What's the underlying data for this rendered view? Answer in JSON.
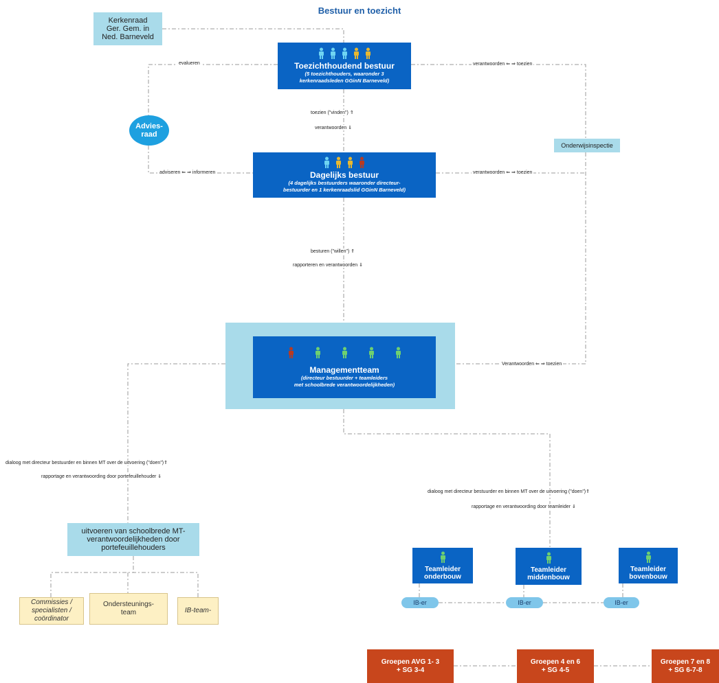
{
  "title": "Bestuur en toezicht",
  "kerkenraad": [
    "Kerkenraad",
    "Ger. Gem. in",
    "Ned. Barneveld"
  ],
  "toezicht": {
    "title": "Toezichthoudend bestuur",
    "subtitle": [
      "(5 toezichthouders, waaronder 3",
      "kerkenraadsleden GGinN Barneveld)"
    ],
    "people": [
      "light",
      "light",
      "light",
      "yellow",
      "yellow"
    ]
  },
  "adviesraad": [
    "Advies-",
    "raad"
  ],
  "dagelijks": {
    "title": "Dagelijks bestuur",
    "subtitle": [
      "(4 dagelijks bestuurders waaronder directeur-",
      "bestuurder en 1 kerkenraadslid GGinN Barneveld)"
    ],
    "people": [
      "light",
      "yellow",
      "yellow",
      "red"
    ]
  },
  "onderwijsinspectie": "Onderwijsinspectie",
  "mt": {
    "title": "Managementteam",
    "subtitle": [
      "(directeur bestuurder + teamleiders",
      "met schoolbrede verantwoordelijkheden)"
    ],
    "people": [
      "red",
      "green",
      "green",
      "green",
      "green"
    ]
  },
  "labels": {
    "evalueren": "evalueren",
    "verantwoorden_toezien_1": "verantwoorden ⇐   ⇒ toezien",
    "toezien_vinden": "toezien (\"vinden\") ⇑",
    "verantwoorden_up": "verantwoorden ⇓",
    "adviseren_informeren": "adviseren ⇐   ⇒ informeren",
    "verantwoorden_toezien_2": "verantwoorden ⇐   ⇒ toezien",
    "besturen_willen": "besturen (\"willen\") ⇑",
    "rapporteren_verantwoorden": "rapporteren en verantwoorden ⇓",
    "verantwoorden_toezien_3": "Verantwoorden ⇐   ⇒ toezien",
    "dialoog_left": "dialoog met directeur bestuurder en binnen MT over de uitvoering (\"doen\")⇑",
    "rapportage_left": "rapportage en verantwoording door portefeuillehouder ⇓",
    "dialoog_right": "dialoog met directeur bestuurder en binnen MT over de uitvoering (\"doen\")⇑",
    "rapportage_right": "rapportage en verantwoording door teamleider ⇓"
  },
  "uitvoeren": [
    "uitvoeren van schoolbrede MT-",
    "verantwoordelijkheden door",
    "portefeuillehouders"
  ],
  "commissies": [
    "Commissies /",
    "specialisten /",
    "coördinator"
  ],
  "ondersteuning": [
    "Ondersteunings-",
    "team"
  ],
  "ibteam": "IB-team-",
  "teamleiders": [
    [
      "Teamleider",
      "onderbouw"
    ],
    [
      "Teamleider",
      "middenbouw"
    ],
    [
      "Teamleider",
      "bovenbouw"
    ]
  ],
  "iber": [
    "IB-er",
    "IB-er",
    "IB-er"
  ],
  "groepen": [
    [
      "Groepen AVG 1- 3",
      "+ SG 3-4"
    ],
    [
      "Groepen 4 en 6",
      "+ SG 4-5"
    ],
    [
      "Groepen 7 en 8",
      "+ SG 6-7-8"
    ]
  ],
  "colors": {
    "blue": "#0a64c4",
    "light_blue": "#a9dbea",
    "person_light": "#6fd4f2",
    "person_yellow": "#e8b830",
    "person_red": "#b83a22",
    "person_green": "#6fd070",
    "orange": "#c8461c"
  }
}
